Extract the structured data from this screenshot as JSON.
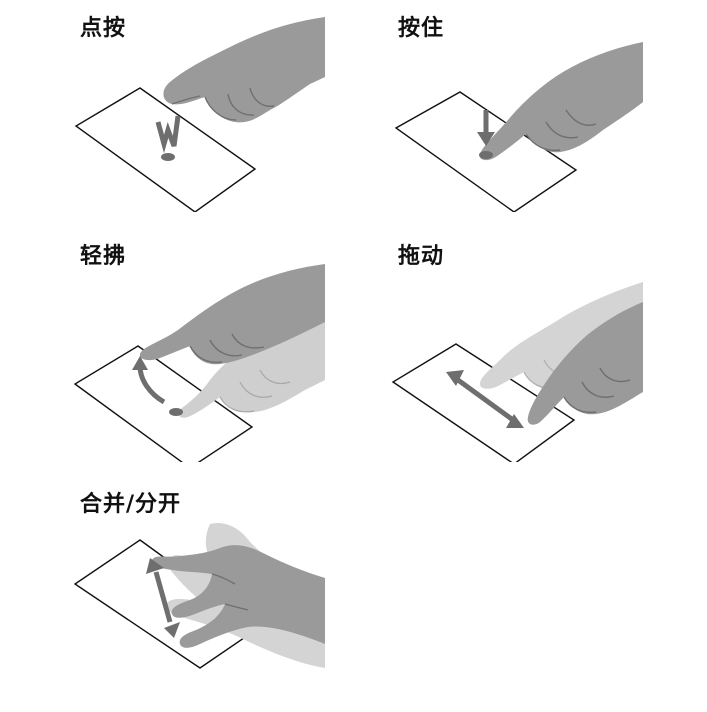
{
  "gestures": [
    {
      "id": "tap",
      "label": "点按"
    },
    {
      "id": "hold",
      "label": "按住"
    },
    {
      "id": "swipe",
      "label": "轻拂"
    },
    {
      "id": "drag",
      "label": "拖动"
    },
    {
      "id": "pinch",
      "label": "合并/分开"
    }
  ],
  "colors": {
    "hand": "#9a9a9a",
    "hand_shadow": "#7d7d7d",
    "hand_light": "#c9c9c9",
    "arrow": "#6e6e6e",
    "outline": "#111111"
  }
}
